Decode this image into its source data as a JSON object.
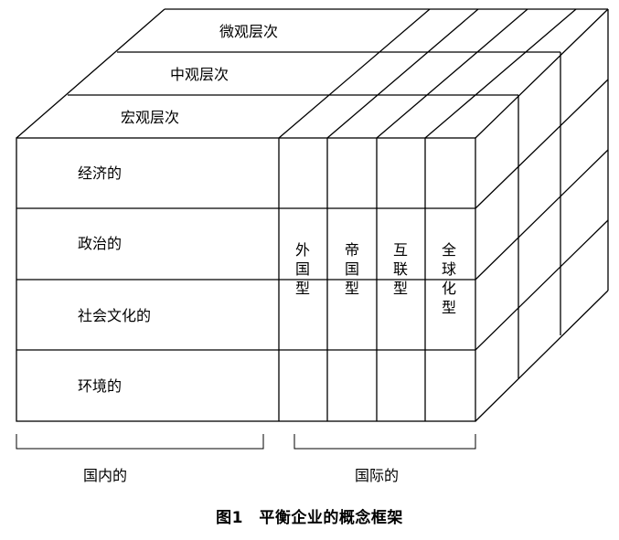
{
  "levels": {
    "micro": "微观层次",
    "meso": "中观层次",
    "macro": "宏观层次"
  },
  "rows": [
    "经济的",
    "政治的",
    "社会文化的",
    "环境的"
  ],
  "columns": [
    [
      "外",
      "国",
      "型"
    ],
    [
      "帝",
      "国",
      "型"
    ],
    [
      "互",
      "联",
      "型"
    ],
    [
      "全",
      "球",
      "化",
      "型"
    ]
  ],
  "brackets": {
    "domestic": "国内的",
    "international": "国际的"
  },
  "caption": "图1　平衡企业的概念框架"
}
